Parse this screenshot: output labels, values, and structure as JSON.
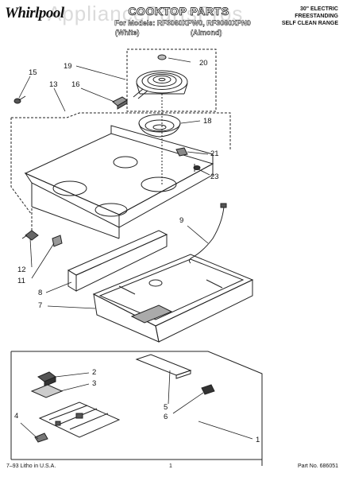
{
  "header": {
    "brand": "Whirlpool",
    "title": "COOKTOP PARTS",
    "model_line": "For Models: RF3060XPW0, RF3060XPN0",
    "variant_white": "(White)",
    "variant_almond": "(Almond)",
    "right_line1": "30\" ELECTRIC",
    "right_line2": "FREESTANDING",
    "right_line3": "SELF CLEAN RANGE",
    "watermark": "AppliancePartsPros"
  },
  "callouts": [
    "20",
    "19",
    "15",
    "13",
    "16",
    "18",
    "21",
    "23",
    "9",
    "12",
    "11",
    "8",
    "7",
    "2",
    "3",
    "5",
    "6",
    "4",
    "1"
  ],
  "footer": {
    "left": "7–93 Litho in U.S.A.",
    "center": "1",
    "right": "Part No. 686051"
  }
}
